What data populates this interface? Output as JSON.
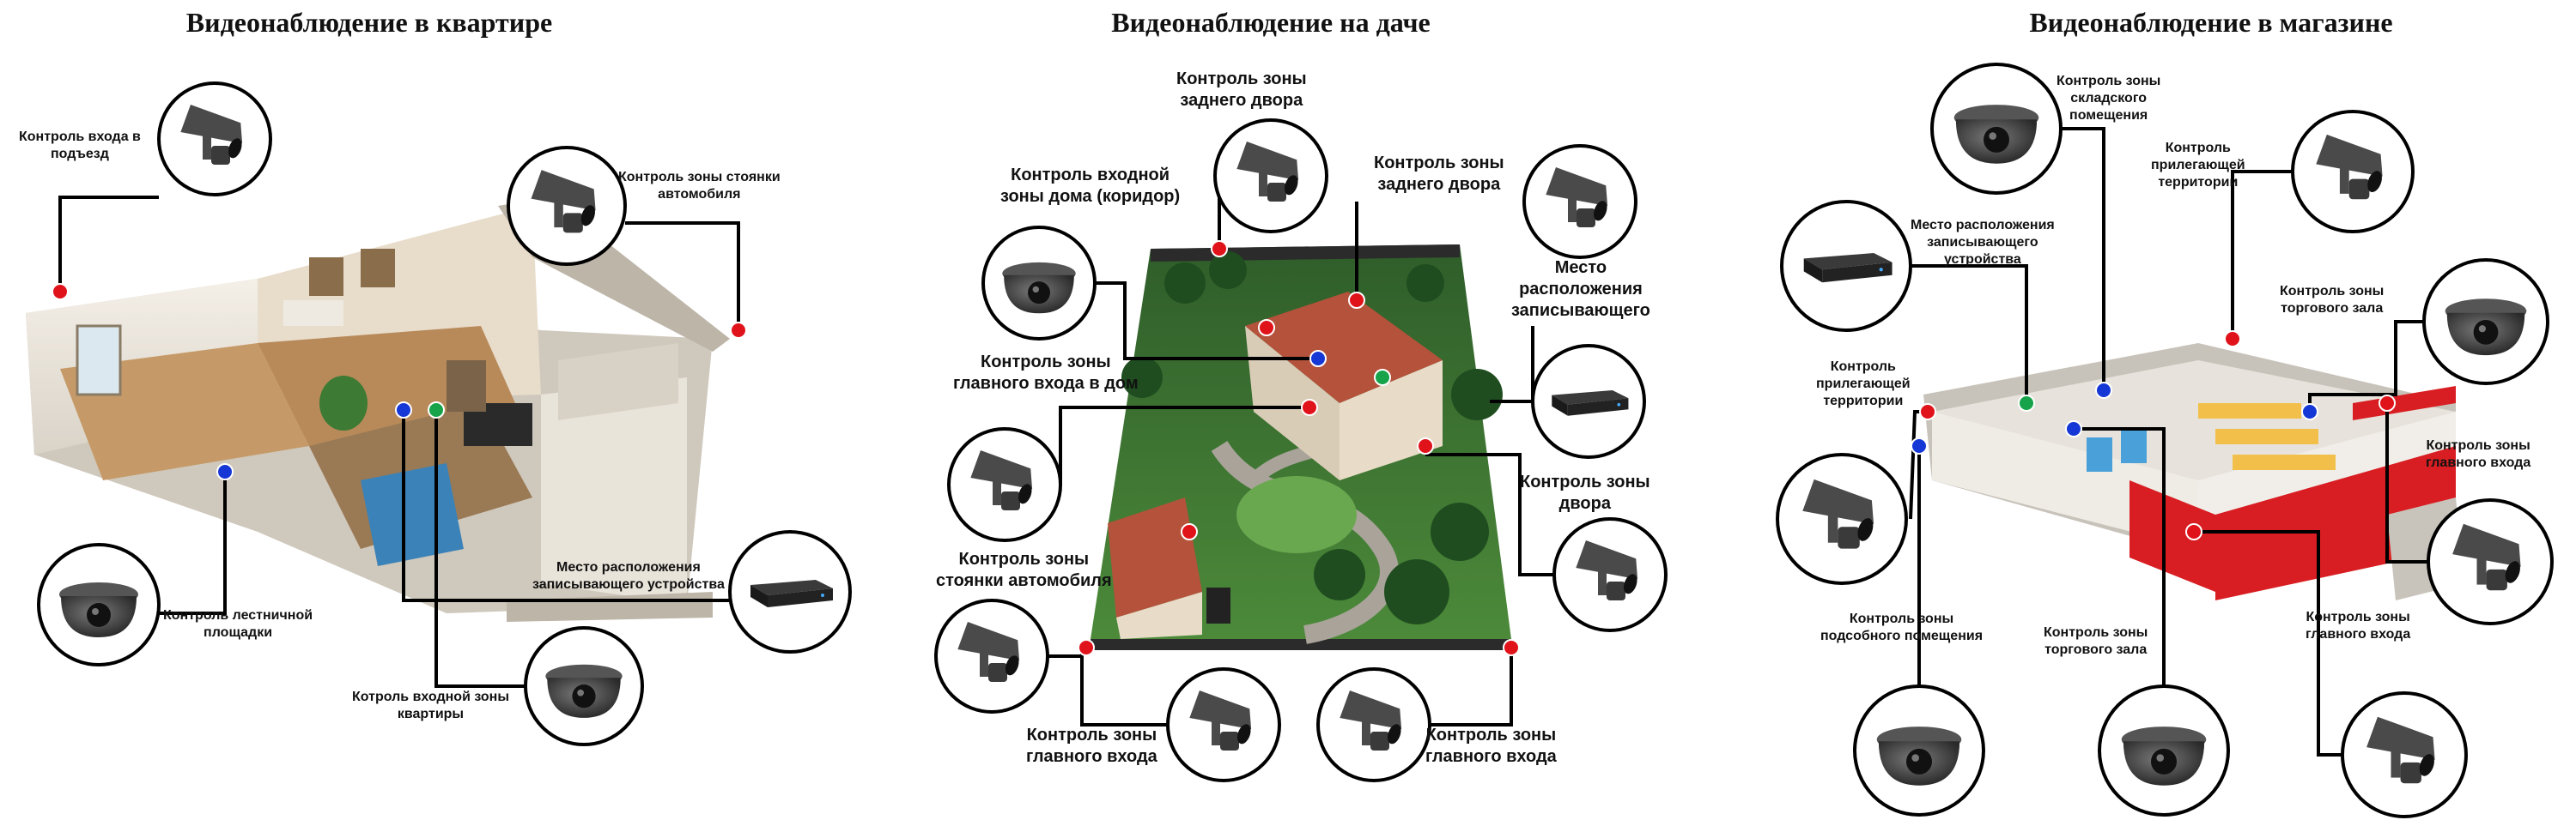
{
  "panels": [
    {
      "title": "Видеонаблюдение в квартире",
      "labels": [
        "Контроль входа в\nподъезд",
        "Контроль зоны стоянки\nавтомобиля",
        "Контроль лестничной\nплощадки",
        "Место расположения\nзаписывающего устройства",
        "Котроль входной зоны\nквартиры"
      ]
    },
    {
      "title": "Видеонаблюдение на даче",
      "labels": [
        "Контроль зоны\nзаднего двора",
        "Контроль входной\nзоны дома (коридор)",
        "Контроль зоны\nзаднего двора",
        "Место\nрасположения\nзаписывающего",
        "Контроль зоны\nглавного входа в дом",
        "Контроль зоны\nдвора",
        "Контроль зоны\nстоянки автомобиля",
        "Контроль зоны\nглавного входа",
        "Контроль зоны\nглавного входа"
      ]
    },
    {
      "title": "Видеонаблюдение в магазине",
      "labels": [
        "Контроль зоны\nскладского\nпомещения",
        "Контроль\nприлегающей\nтерритории",
        "Место расположения\nзаписывающего\nустройства",
        "Контроль зоны\nторгового зала",
        "Контроль\nприлегающей\nтерритории",
        "Контроль зоны\nглавного входа",
        "Контроль зоны\nглавного входа",
        "Контроль зоны\nподсобного помещения",
        "Контроль зоны\nторгового зала"
      ]
    }
  ],
  "colors": {
    "marker_red": "#e0121a",
    "marker_blue": "#1537d6",
    "marker_green": "#16a34a",
    "camera_body": "#4a4a4a",
    "leader_line": "#000000",
    "shop_red": "#d81e22"
  },
  "icons": [
    "bullet-camera-icon",
    "dome-camera-icon",
    "dvr-recorder-icon"
  ]
}
